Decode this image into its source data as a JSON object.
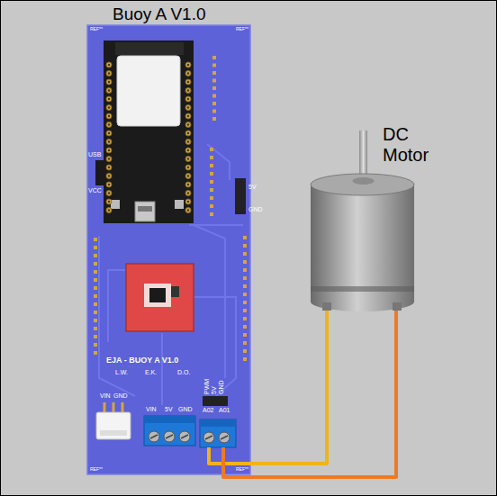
{
  "diagram": {
    "nodes": [
      {
        "text": [
          "Buoy A V1.0"
        ]
      },
      {
        "text": [
          "A02",
          "A01"
        ],
        "in": 0
      },
      {
        "text": [
          "DC Motor"
        ]
      }
    ],
    "edges": [
      {
        "from": 2,
        "to": 1,
        "arrow": "none"
      },
      {
        "from": 2,
        "to": 1,
        "arrow": "none"
      }
    ],
    "labels": [
      "REF**",
      "REF**",
      "USB",
      "VCC",
      "5V",
      "GND",
      "REF**",
      "REF**",
      "EJA - BUOY A V1.0",
      "L.W.",
      "E.K.",
      "D.O.",
      "VIN",
      "GND",
      "VIN",
      "5V",
      "GND",
      "PWM",
      "5V",
      "GND"
    ]
  }
}
